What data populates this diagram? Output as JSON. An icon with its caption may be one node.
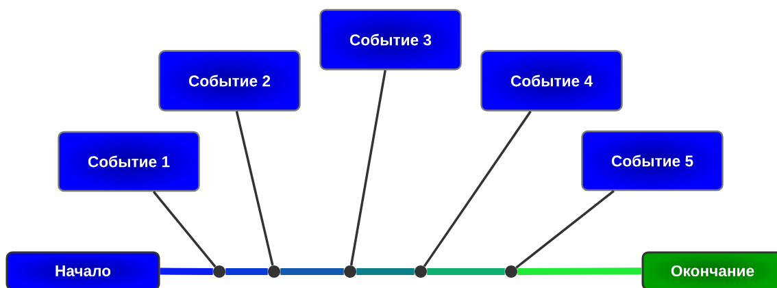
{
  "diagram": {
    "nodes": [
      {
        "text": [
          "Начало"
        ]
      },
      {
        "text": [
          "Окончание"
        ]
      },
      {
        "text": [
          "Событие 1"
        ]
      },
      {
        "text": [
          "Событие 2"
        ]
      },
      {
        "text": [
          "Событие 3"
        ]
      },
      {
        "text": [
          "Событие 4"
        ]
      },
      {
        "text": [
          "Событие 5"
        ]
      },
      {
        "text": [],
        "shape": "circle"
      },
      {
        "text": [],
        "shape": "circle"
      },
      {
        "text": [],
        "shape": "circle"
      },
      {
        "text": [],
        "shape": "circle"
      },
      {
        "text": [],
        "shape": "circle"
      }
    ],
    "edges": [
      {
        "from": 0,
        "to": 7,
        "arrow": "none",
        "color": "#0a1ff0"
      },
      {
        "from": 7,
        "to": 8,
        "arrow": "none",
        "color": "#0a3ad8"
      },
      {
        "from": 8,
        "to": 9,
        "arrow": "none",
        "color": "#1458b0"
      },
      {
        "from": 9,
        "to": 10,
        "arrow": "none",
        "color": "#0e808a"
      },
      {
        "from": 10,
        "to": 11,
        "arrow": "none",
        "color": "#10b070"
      },
      {
        "from": 11,
        "to": 1,
        "arrow": "none",
        "color": "#22e838"
      },
      {
        "from": 2,
        "to": 7,
        "arrow": "none"
      },
      {
        "from": 3,
        "to": 8,
        "arrow": "none"
      },
      {
        "from": 4,
        "to": 9,
        "arrow": "none"
      },
      {
        "from": 5,
        "to": 10,
        "arrow": "none"
      },
      {
        "from": 6,
        "to": 11,
        "arrow": "none"
      }
    ]
  }
}
